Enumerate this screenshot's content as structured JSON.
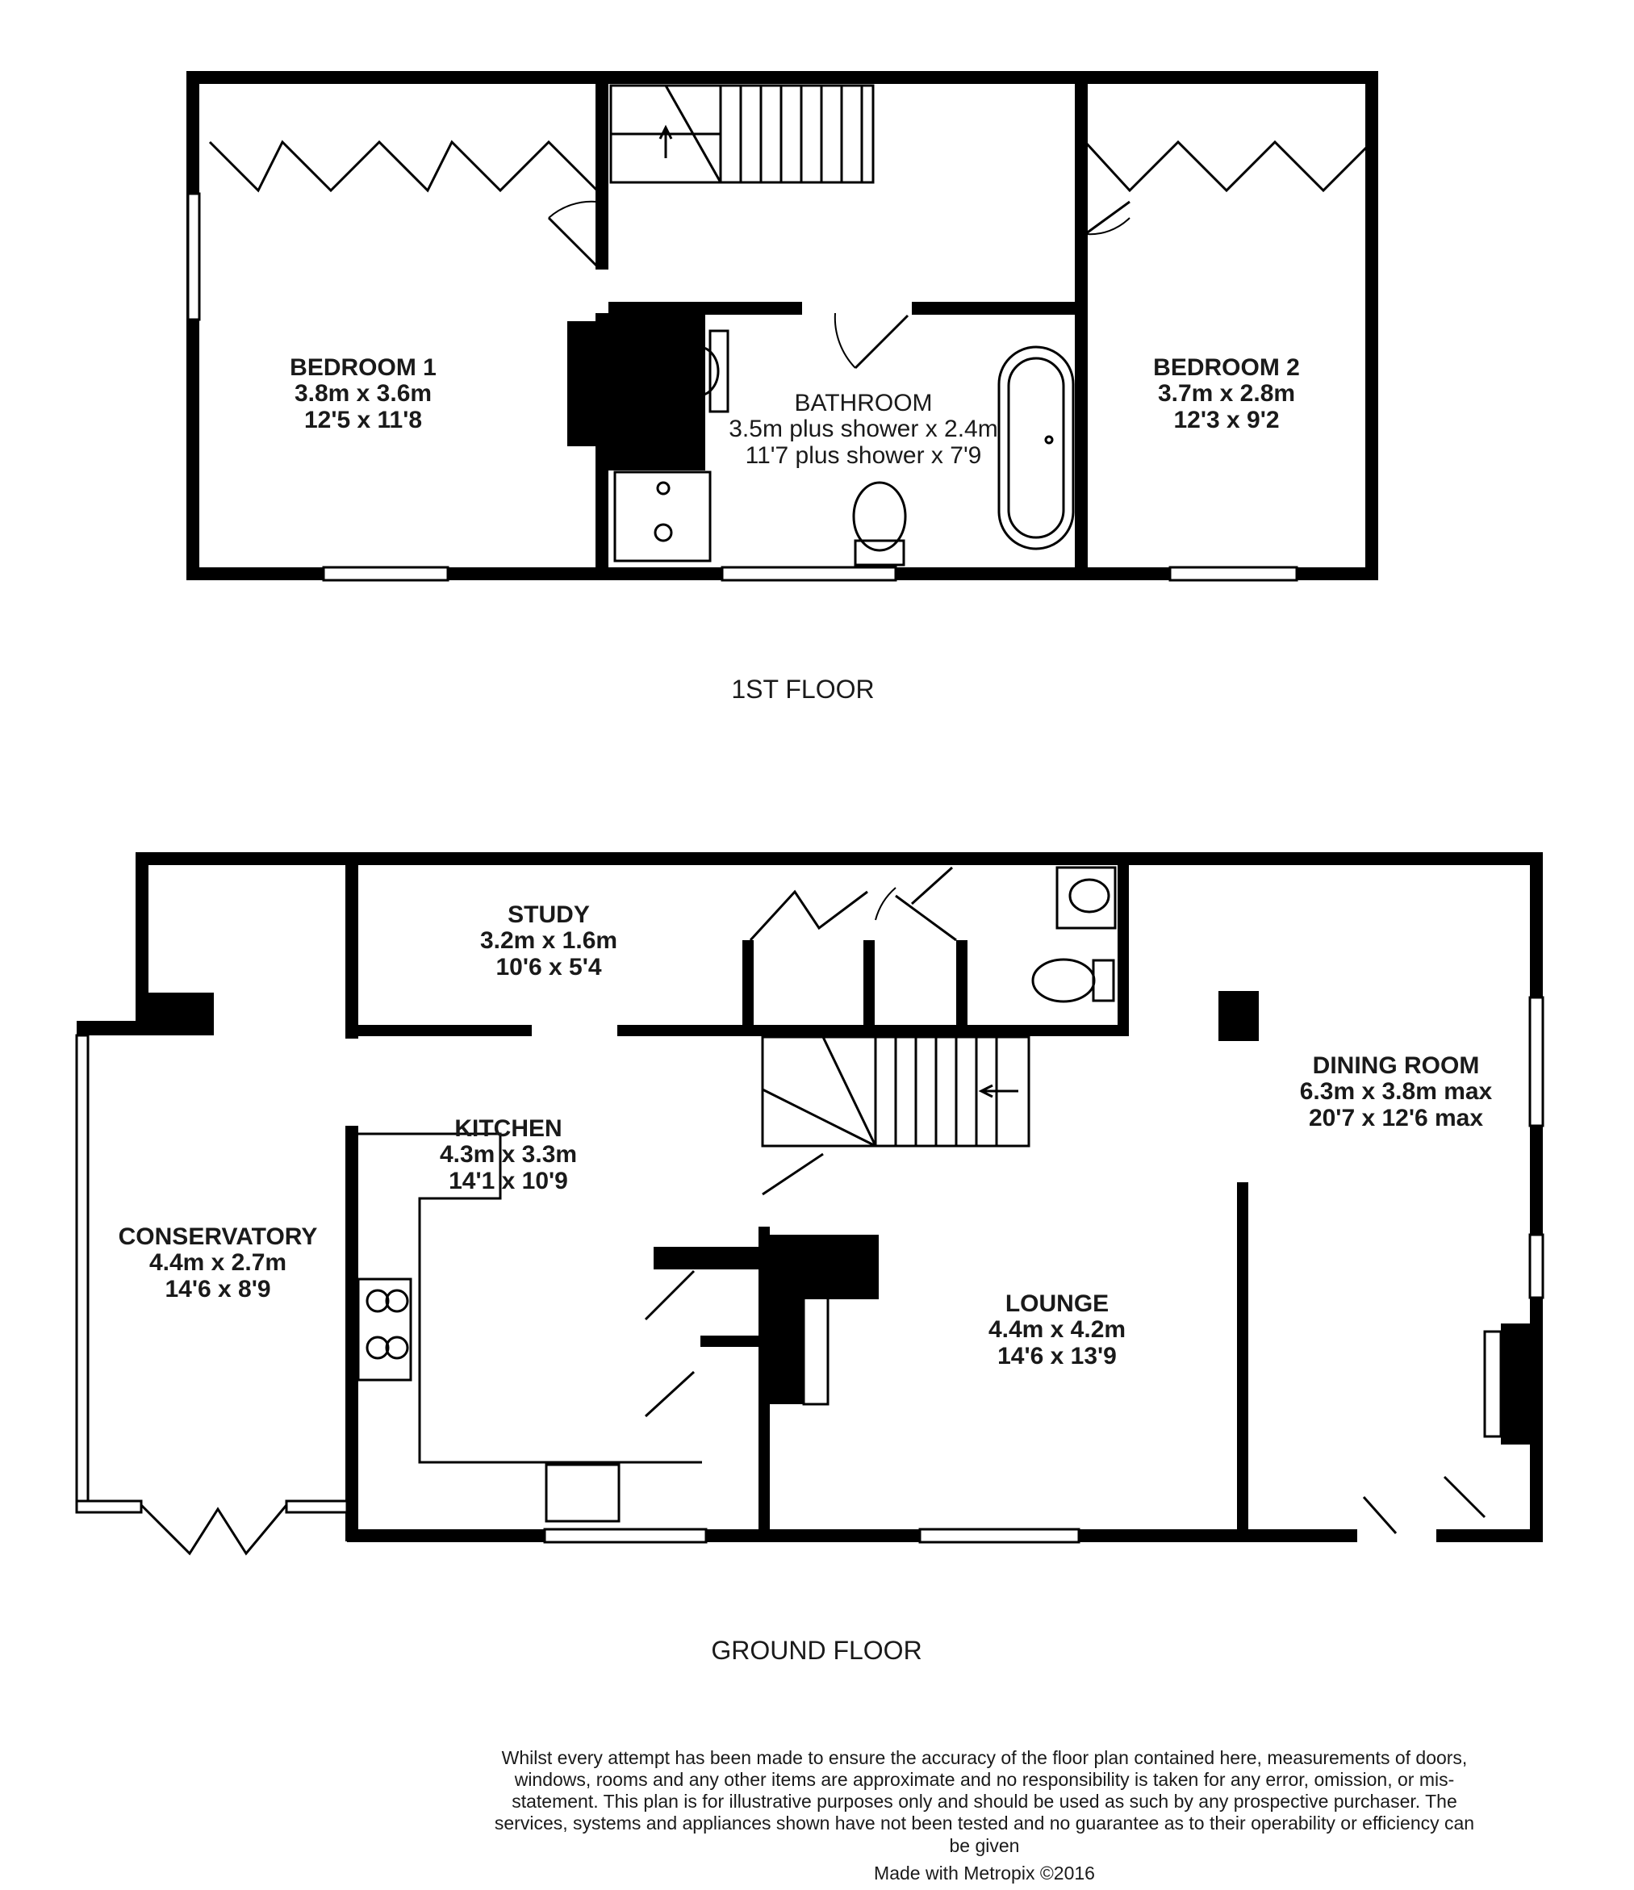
{
  "floors": {
    "first": {
      "title": "1ST FLOOR"
    },
    "ground": {
      "title": "GROUND FLOOR"
    }
  },
  "rooms": {
    "bedroom1": {
      "name": "BEDROOM 1",
      "metric": "3.8m x 3.6m",
      "imperial": "12'5 x 11'8"
    },
    "bedroom2": {
      "name": "BEDROOM 2",
      "metric": "3.7m x 2.8m",
      "imperial": "12'3 x 9'2"
    },
    "bathroom": {
      "name": "BATHROOM",
      "metric": "3.5m plus shower x 2.4m",
      "imperial": "11'7 plus shower x 7'9"
    },
    "study": {
      "name": "STUDY",
      "metric": "3.2m x 1.6m",
      "imperial": "10'6 x 5'4"
    },
    "kitchen": {
      "name": "KITCHEN",
      "metric": "4.3m x 3.3m",
      "imperial": "14'1 x 10'9"
    },
    "conservatory": {
      "name": "CONSERVATORY",
      "metric": "4.4m x 2.7m",
      "imperial": "14'6 x 8'9"
    },
    "lounge": {
      "name": "LOUNGE",
      "metric": "4.4m x 4.2m",
      "imperial": "14'6 x 13'9"
    },
    "dining": {
      "name": "DINING ROOM",
      "metric": "6.3m x 3.8m max",
      "imperial": "20'7 x 12'6 max"
    }
  },
  "disclaimer": "Whilst every attempt has been made to ensure the accuracy of the floor plan contained here, measurements of doors, windows, rooms and any other items are approximate and no responsibility is taken for any error, omission, or mis-statement. This plan is for illustrative purposes only and should be used as such by any prospective purchaser. The services, systems and appliances shown have not been tested and no guarantee as to their operability or efficiency can be given",
  "credit": "Made with Metropix ©2016",
  "colors": {
    "wall": "#000000",
    "fixture": "#555555",
    "background": "#ffffff"
  }
}
